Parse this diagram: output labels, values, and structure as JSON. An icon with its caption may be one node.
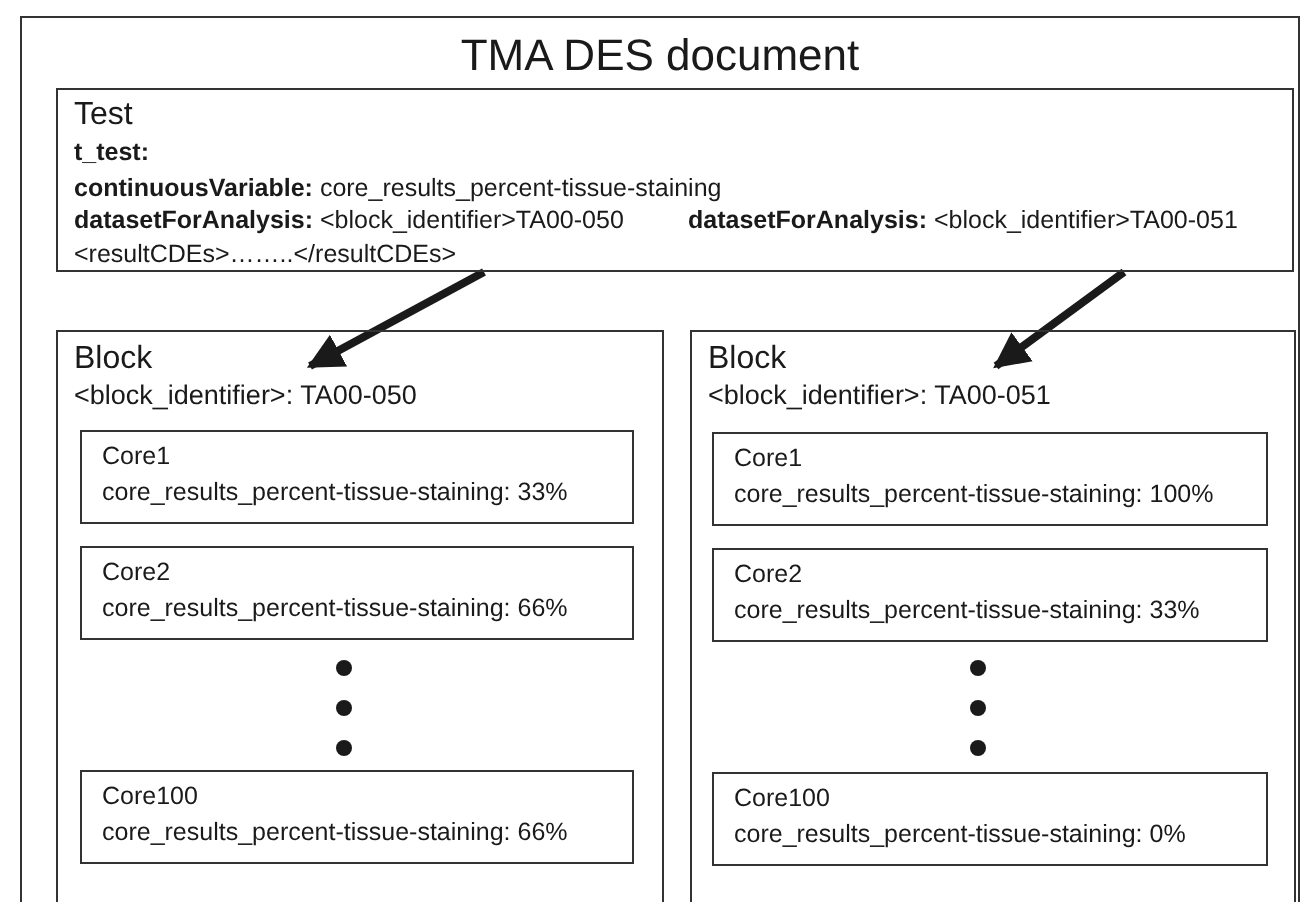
{
  "diagram": {
    "nodes": [
      {
        "text": [
          "TMA DES document"
        ]
      },
      {
        "text": [
          "Test",
          "t_test:",
          "**continuousVariable:** core_results_percent-tissue-staining",
          "**datasetForAnalysis:** <block_identifier>TA00-050",
          "**datasetForAnalysis:** <block_identifier>TA00-051",
          "<resultCDEs>……..</resultCDEs>"
        ],
        "in": 0
      },
      {
        "text": [
          "Block",
          "<block_identifier>: TA00-050"
        ],
        "in": 0
      },
      {
        "text": [
          "Core1",
          "core_results_percent-tissue-staining: 33%"
        ],
        "in": 2
      },
      {
        "text": [
          "Core2",
          "core_results_percent-tissue-staining: 66%"
        ],
        "in": 2
      },
      {
        "text": [
          "Core100",
          "core_results_percent-tissue-staining: 66%"
        ],
        "in": 2
      },
      {
        "text": [
          "Block",
          "<block_identifier>: TA00-051"
        ],
        "in": 0
      },
      {
        "text": [
          "Core1",
          "core_results_percent-tissue-staining: 100%"
        ],
        "in": 6
      },
      {
        "text": [
          "Core2",
          "core_results_percent-tissue-staining: 33%"
        ],
        "in": 6
      },
      {
        "text": [
          "Core100",
          "core_results_percent-tissue-staining: 0%"
        ],
        "in": 6
      }
    ],
    "edges": [
      {
        "from": 1,
        "to": 2,
        "arrow": "to"
      },
      {
        "from": 1,
        "to": 6,
        "arrow": "to"
      }
    ]
  }
}
